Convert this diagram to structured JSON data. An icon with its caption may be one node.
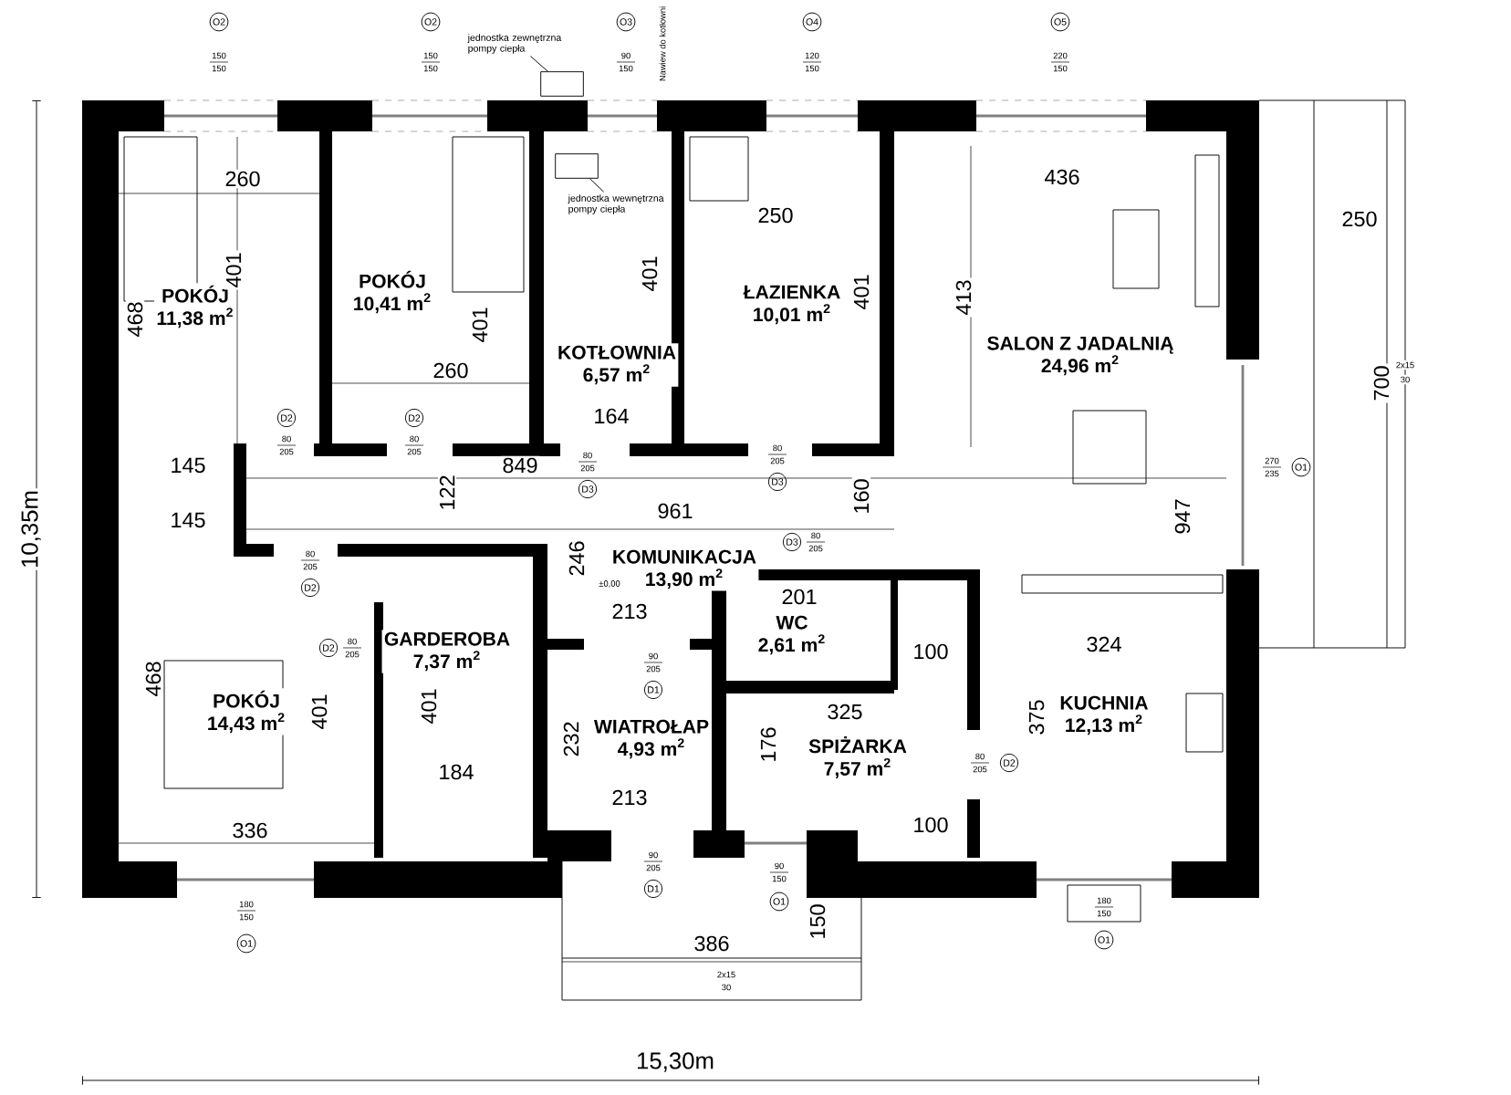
{
  "diagram": {
    "nodes": [
      {
        "text": [
          "POKÓJ",
          "11,38 m$^{2}$"
        ]
      },
      {
        "text": [
          "POKÓJ",
          "10,41 m$^{2}$"
        ]
      },
      {
        "text": [
          "KOTŁOWNIA",
          "6,57 m$^{2}$"
        ]
      },
      {
        "text": [
          "ŁAZIENKA",
          "10,01 m$^{2}$"
        ]
      },
      {
        "text": [
          "SALON Z JADALNIĄ",
          "24,96 m$^{2}$"
        ]
      },
      {
        "text": [
          "KOMUNIKACJA",
          "13,90 m$^{2}$"
        ]
      },
      {
        "text": [
          "WC",
          "2,61 m$^{2}$"
        ]
      },
      {
        "text": [
          "POKÓJ",
          "14,43 m$^{2}$"
        ]
      },
      {
        "text": [
          "GARDEROBA",
          "7,37 m$^{2}$"
        ]
      },
      {
        "text": [
          "WIATROŁAP",
          "4,93 m$^{2}$"
        ]
      },
      {
        "text": [
          "SPIŻARKA",
          "7,57 m$^{2}$"
        ]
      },
      {
        "text": [
          "KUCHNIA",
          "12,13 m$^{2}$"
        ]
      },
      {
        "text": [
          "jednostka zewnętrzna pompy ciepła"
        ]
      },
      {
        "text": [],
        "shape": "box"
      },
      {
        "text": [
          "jednostka wewnętrzna pompy ciepła"
        ]
      },
      {
        "text": [],
        "shape": "box"
      },
      {
        "text": [
          "O2"
        ],
        "beside": [
          "150",
          "150"
        ]
      },
      {
        "text": [
          "O2"
        ],
        "beside": [
          "150",
          "150"
        ]
      },
      {
        "text": [
          "O3"
        ],
        "beside": [
          "90",
          "150"
        ]
      },
      {
        "text": [
          "O4"
        ],
        "beside": [
          "120",
          "150"
        ]
      },
      {
        "text": [
          "O5"
        ],
        "beside": [
          "220",
          "150"
        ]
      },
      {
        "text": [
          "D2"
        ],
        "beside": [
          "80",
          "205"
        ]
      },
      {
        "text": [
          "D2"
        ],
        "beside": [
          "80",
          "205"
        ]
      },
      {
        "text": [
          "D3"
        ],
        "beside": [
          "80",
          "205"
        ]
      },
      {
        "text": [
          "D3"
        ],
        "beside": [
          "80",
          "205"
        ]
      },
      {
        "text": [
          "O1"
        ],
        "beside": [
          "270",
          "235"
        ]
      },
      {
        "text": [
          "D3"
        ],
        "beside": [
          "80",
          "205"
        ]
      },
      {
        "text": [
          "D2"
        ],
        "beside": [
          "80",
          "205"
        ]
      },
      {
        "text": [
          "D2"
        ],
        "beside": [
          "80",
          "205"
        ]
      },
      {
        "text": [
          "D1"
        ],
        "beside": [
          "90",
          "205"
        ]
      },
      {
        "text": [
          "D2"
        ],
        "beside": [
          "80",
          "205"
        ]
      },
      {
        "text": [
          "D1"
        ],
        "beside": [
          "90",
          "205"
        ]
      },
      {
        "text": [
          "O1"
        ],
        "beside": [
          "180",
          "150"
        ]
      },
      {
        "text": [
          "O1"
        ],
        "beside": [
          "90",
          "150"
        ]
      },
      {
        "text": [
          "O1"
        ],
        "beside": [
          "180",
          "150"
        ]
      }
    ],
    "edges": [
      {
        "from": 12,
        "to": 13,
        "arrow": "none"
      },
      {
        "from": 14,
        "to": 15,
        "arrow": "none"
      }
    ],
    "labels": [
      "Nawiew do kotłowni",
      "260",
      "436",
      "250",
      "250",
      "401",
      "413",
      "401",
      "401",
      "468",
      "401",
      "700",
      "2x15",
      "30",
      "260",
      "164",
      "145",
      "849",
      "122",
      "160",
      "961",
      "947",
      "145",
      "246",
      "±0,00",
      "213",
      "201",
      "100",
      "324",
      "468",
      "401",
      "401",
      "325",
      "375",
      "232",
      "176",
      "184",
      "213",
      "336",
      "100",
      "150",
      "386",
      "2x15",
      "30",
      "10,35m",
      "15,30m"
    ]
  }
}
